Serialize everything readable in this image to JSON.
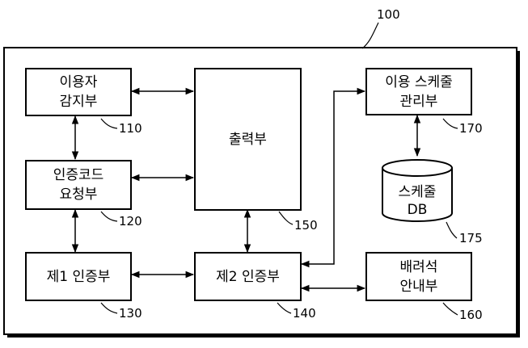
{
  "system": {
    "label": "100"
  },
  "blocks": {
    "user_detector": {
      "lines": [
        "이용자",
        "감지부"
      ],
      "ref": "110"
    },
    "auth_code_requester": {
      "lines": [
        "인증코드",
        "요청부"
      ],
      "ref": "120"
    },
    "first_auth": {
      "lines": [
        "제1 인증부"
      ],
      "ref": "130"
    },
    "output": {
      "lines": [
        "출력부"
      ],
      "ref": "150"
    },
    "second_auth": {
      "lines": [
        "제2 인증부"
      ],
      "ref": "140"
    },
    "usage_schedule_manager": {
      "lines": [
        "이용 스케줄",
        "관리부"
      ],
      "ref": "170"
    },
    "schedule_db": {
      "lines": [
        "스케줄",
        "DB"
      ],
      "ref": "175"
    },
    "consideration_guide": {
      "lines": [
        "배려석",
        "안내부"
      ],
      "ref": "160"
    }
  }
}
